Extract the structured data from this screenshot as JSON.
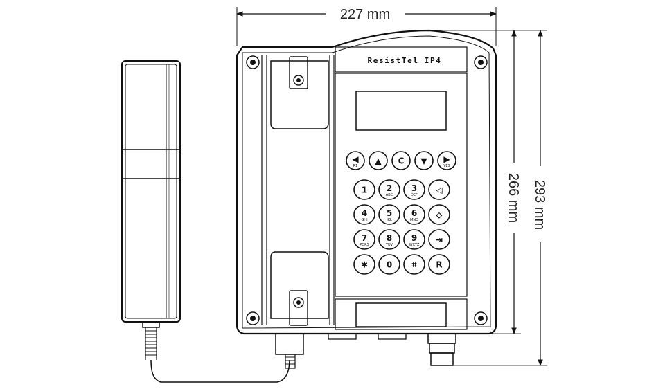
{
  "product": {
    "brand": "ResistTel IP4"
  },
  "dimensions": {
    "width": "227 mm",
    "height_inner": "266 mm",
    "height_total": "293 mm"
  },
  "keypad": {
    "function_row": [
      {
        "name": "left-arrow-key",
        "glyph": "◀",
        "sub": "R1"
      },
      {
        "name": "up-arrow-key",
        "glyph": "▲",
        "sub": ""
      },
      {
        "name": "clear-key",
        "glyph": "C",
        "sub": ""
      },
      {
        "name": "down-arrow-key",
        "glyph": "▼",
        "sub": ""
      },
      {
        "name": "right-arrow-key",
        "glyph": "▶",
        "sub": "YES"
      }
    ],
    "rows": [
      [
        {
          "name": "key-1",
          "main": "1",
          "sub": ""
        },
        {
          "name": "key-2",
          "main": "2",
          "sub": "ABC"
        },
        {
          "name": "key-3",
          "main": "3",
          "sub": "DEF"
        },
        {
          "name": "speaker-key",
          "main": "◁",
          "sub": ""
        }
      ],
      [
        {
          "name": "key-4",
          "main": "4",
          "sub": "GHI"
        },
        {
          "name": "key-5",
          "main": "5",
          "sub": "JKL"
        },
        {
          "name": "key-6",
          "main": "6",
          "sub": "MNO"
        },
        {
          "name": "redial-key",
          "main": "⬦",
          "sub": ""
        }
      ],
      [
        {
          "name": "key-7",
          "main": "7",
          "sub": "PQRS"
        },
        {
          "name": "key-8",
          "main": "8",
          "sub": "TUV"
        },
        {
          "name": "key-9",
          "main": "9",
          "sub": "WXYZ"
        },
        {
          "name": "flash-key",
          "main": "⇥",
          "sub": ""
        }
      ],
      [
        {
          "name": "key-star",
          "main": "✱",
          "sub": ""
        },
        {
          "name": "key-0",
          "main": "0",
          "sub": ""
        },
        {
          "name": "key-hash",
          "main": "⌗",
          "sub": ""
        },
        {
          "name": "key-r",
          "main": "R",
          "sub": ""
        }
      ]
    ]
  }
}
